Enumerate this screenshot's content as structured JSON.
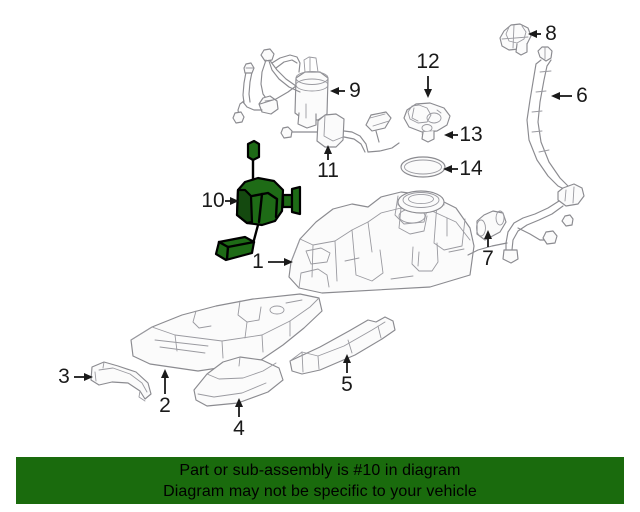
{
  "diagram": {
    "title": "Fuel tank and related parts exploded diagram",
    "highlight_color": "#1e6b16",
    "line_color": "#8b8b90",
    "highlighted_part_number": "10",
    "callouts": [
      {
        "id": "1",
        "label": "1",
        "name": "fuel-tank"
      },
      {
        "id": "2",
        "label": "2",
        "name": "fuel-tank-skid-plate"
      },
      {
        "id": "3",
        "label": "3",
        "name": "skid-plate-bracket"
      },
      {
        "id": "4",
        "label": "4",
        "name": "heat-shield-center"
      },
      {
        "id": "5",
        "label": "5",
        "name": "heat-shield-rear"
      },
      {
        "id": "6",
        "label": "6",
        "name": "fuel-filler-neck"
      },
      {
        "id": "7",
        "label": "7",
        "name": "filler-hose-connector"
      },
      {
        "id": "8",
        "label": "8",
        "name": "fuel-filler-cap"
      },
      {
        "id": "9",
        "label": "9",
        "name": "fuel-pump-module"
      },
      {
        "id": "10",
        "label": "10",
        "name": "fuel-level-sending-unit"
      },
      {
        "id": "11",
        "label": "11",
        "name": "wiring-harness-connector"
      },
      {
        "id": "12",
        "label": "12",
        "name": "fuel-tank-cap-assembly"
      },
      {
        "id": "13",
        "label": "13",
        "name": "tank-seal-o-ring"
      },
      {
        "id": "14",
        "label": "14",
        "name": "tank-lock-ring"
      }
    ]
  },
  "footer": {
    "line1": "Part or sub-assembly is #10 in diagram",
    "line2": "Diagram may not be specific to your vehicle",
    "background": "#1a6b0d"
  }
}
